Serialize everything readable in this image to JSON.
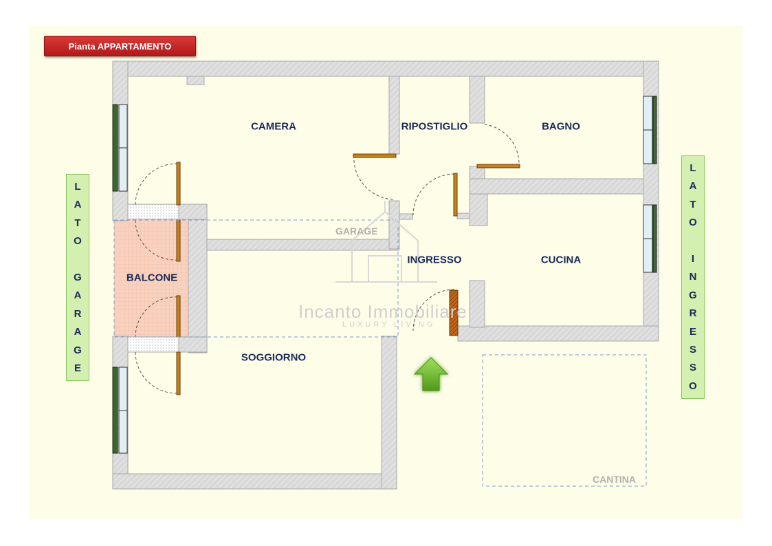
{
  "header": {
    "title": "Pianta APPARTAMENTO"
  },
  "sides": {
    "left": [
      "L",
      "A",
      "T",
      "O",
      "",
      "G",
      "A",
      "R",
      "A",
      "G",
      "E"
    ],
    "right": [
      "L",
      "A",
      "T",
      "O",
      "",
      "I",
      "N",
      "G",
      "R",
      "E",
      "S",
      "S",
      "O"
    ]
  },
  "rooms": {
    "camera": "CAMERA",
    "ripostiglio": "RIPOSTIGLIO",
    "bagno": "BAGNO",
    "ingresso": "INGRESSO",
    "cucina": "CUCINA",
    "balcone": "BALCONE",
    "soggiorno": "SOGGIORNO"
  },
  "overlays": {
    "garage": "GARAGE",
    "cantina": "CANTINA"
  },
  "watermark": {
    "name": "Incanto Immobiliare",
    "tagline": "LUXURY LIVING"
  },
  "colors": {
    "floor": "#fdfde8",
    "wall": "#d6d6d6",
    "room_text": "#1a2a5a",
    "balcony": "#f9d2bf",
    "title_bg": "#c62828",
    "side_bg": "#d4f0b0",
    "entry_arrow": "#6ab82e"
  },
  "icons": {
    "entry": "arrow-up-icon"
  }
}
